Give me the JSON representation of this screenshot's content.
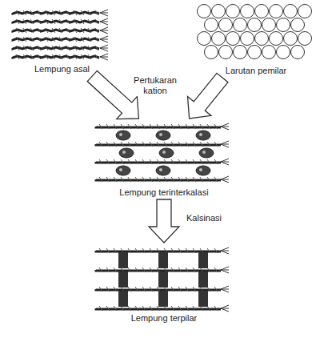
{
  "diagram": {
    "nodes": [
      {
        "text": [
          "Lempung asal"
        ]
      },
      {
        "text": [
          "Larutan pemilar"
        ]
      },
      {
        "text": [
          "Lempung terinterkalasi"
        ]
      },
      {
        "text": [
          "Lempung terpilar"
        ]
      }
    ],
    "edges": [
      {
        "from": 0,
        "to": 2,
        "arrow": "to"
      },
      {
        "from": 1,
        "to": 2,
        "arrow": "to"
      },
      {
        "from": 2,
        "to": 3,
        "label": "Kalsinasi",
        "arrow": "to"
      }
    ],
    "labels": [
      "Pertukaran kation"
    ]
  }
}
